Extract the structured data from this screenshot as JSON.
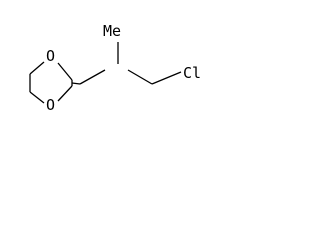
{
  "structure": {
    "labels": {
      "ring_oxygen_top": "O",
      "ring_oxygen_bottom": "O",
      "methyl": "Me",
      "chlorine": "Cl"
    },
    "colors": {
      "ink": "#000000",
      "background": "#ffffff"
    }
  }
}
